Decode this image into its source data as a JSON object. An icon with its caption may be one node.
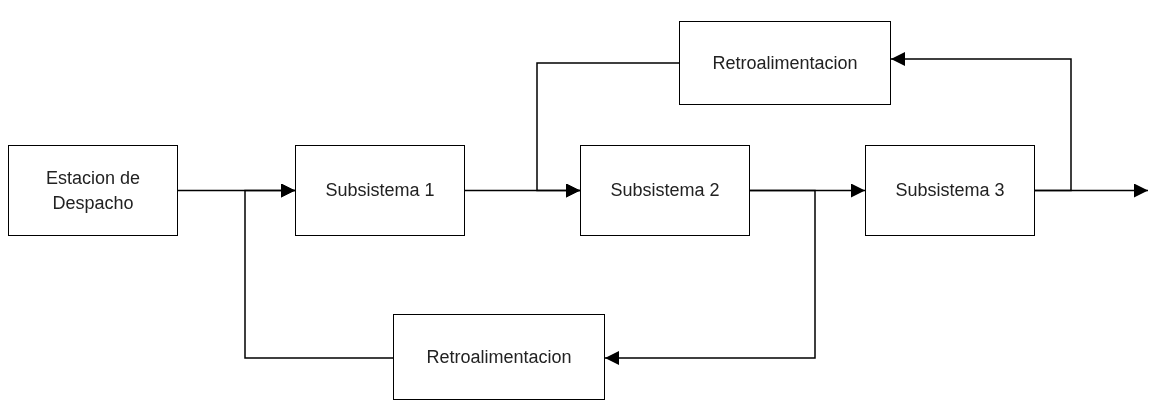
{
  "diagram": {
    "nodes": [
      {
        "text": [
          "Estacion de Despacho"
        ]
      },
      {
        "text": [
          "Subsistema 1"
        ]
      },
      {
        "text": [
          "Subsistema 2"
        ]
      },
      {
        "text": [
          "Subsistema 3"
        ]
      },
      {
        "text": [
          "Retroalimentacion"
        ]
      },
      {
        "text": [
          "Retroalimentacion"
        ]
      }
    ],
    "edges": [
      {
        "from": 0,
        "to": 1,
        "arrow": "to"
      },
      {
        "from": 1,
        "to": 2,
        "arrow": "to"
      },
      {
        "from": 2,
        "to": 3,
        "arrow": "to"
      },
      {
        "from": 3,
        "to": null,
        "arrow": "to"
      },
      {
        "from": 3,
        "to": 4,
        "arrow": "to"
      },
      {
        "from": 4,
        "to": 2,
        "arrow": "to"
      },
      {
        "from": 2,
        "to": 5,
        "arrow": "to"
      },
      {
        "from": 5,
        "to": 1,
        "arrow": "to"
      }
    ]
  }
}
